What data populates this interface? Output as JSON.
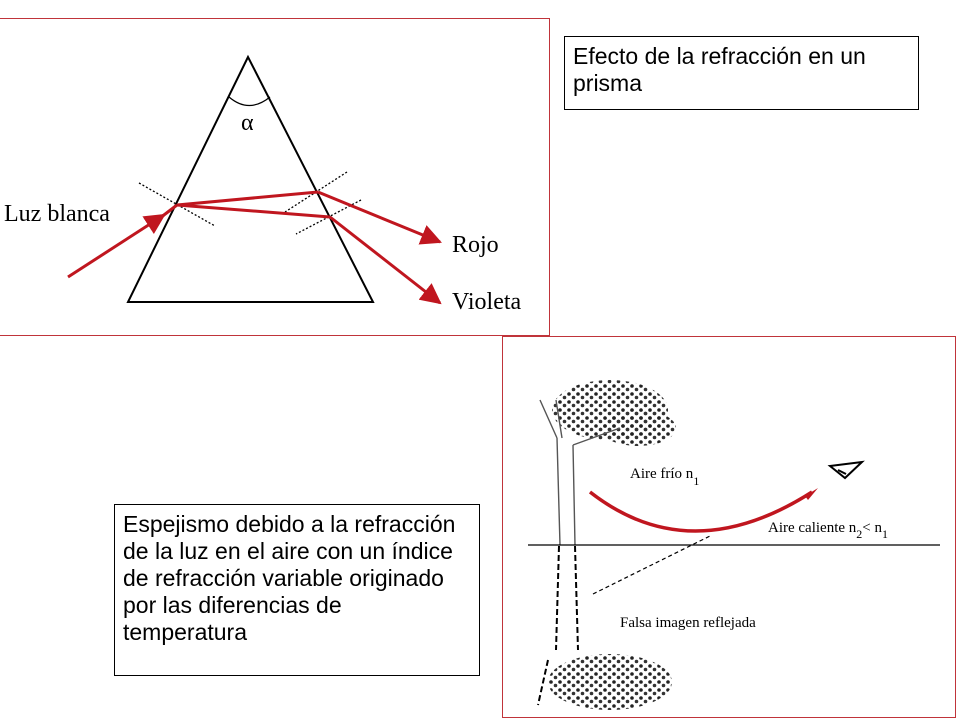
{
  "prism_caption": "Efecto de la refracción en un prisma",
  "mirage_caption": "Espejismo debido a la refracción de la luz en el aire con un índice de refracción variable originado por las diferencias de temperatura",
  "prism": {
    "angle_label": "α",
    "input_label": "Luz blanca",
    "red_label": "Rojo",
    "violet_label": "Violeta",
    "ray_color": "#c0161f"
  },
  "mirage": {
    "cold_air_label": "Aire frío n",
    "cold_air_sub": "1",
    "hot_air_label": "Aire caliente n",
    "hot_air_sub1": "2",
    "hot_air_mid": "< n",
    "hot_air_sub2": "1",
    "false_image_label": "Falsa imagen reflejada",
    "curve_color": "#c0161f"
  }
}
